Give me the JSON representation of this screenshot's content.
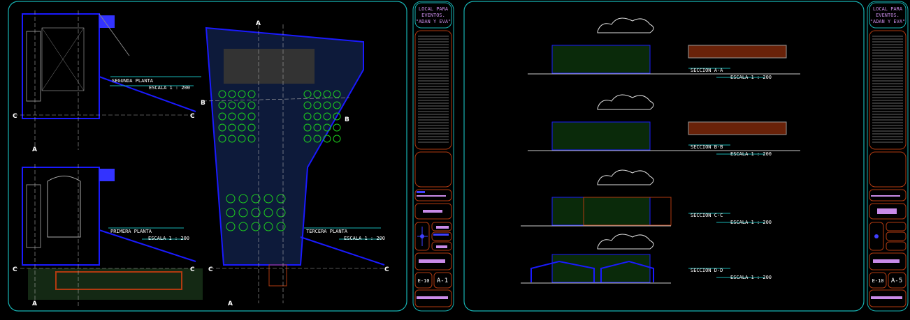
{
  "project_title": [
    "LOCAL PARA",
    "EVENTOS.",
    "\"ADAN Y EVA\""
  ],
  "plans": [
    {
      "name": "SEGUNDA PLANTA",
      "scale": "ESCALA 1 : 200"
    },
    {
      "name": "PRIMERA PLANTA",
      "scale": "ESCALA 1 : 200"
    },
    {
      "name": "TERCERA PLANTA",
      "scale": "ESCALA 1 : 200"
    }
  ],
  "sections": [
    {
      "name": "SECCION A-A",
      "scale": "ESCALA 1 : 200"
    },
    {
      "name": "SECCION B-B",
      "scale": "ESCALA 1 : 200"
    },
    {
      "name": "SECCION C-C",
      "scale": "ESCALA 1 : 200"
    },
    {
      "name": "SECCION D-D",
      "scale": "ESCALA 1 : 200"
    }
  ],
  "axis_labels": {
    "a": "A",
    "b": "B",
    "c": "C"
  },
  "sheet1": {
    "scale_box": "E-10",
    "sheet_no": "A-1"
  },
  "sheet2": {
    "scale_box": "E-10",
    "sheet_no": "A-5"
  },
  "colors": {
    "frame": "#17b3b3",
    "walls": "#1a1aff",
    "block": "#b03a10",
    "text_accent": "#c98be8",
    "trees": "#1ecf1e"
  }
}
